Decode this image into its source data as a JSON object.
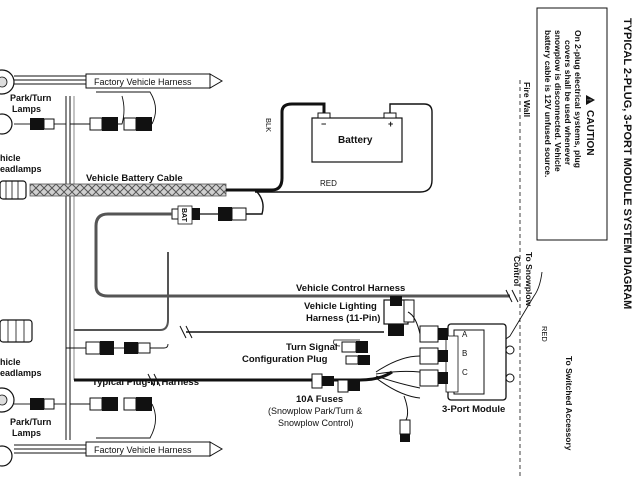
{
  "title": "TYPICAL 2-PLUG, 3-PORT MODULE SYSTEM DIAGRAM",
  "caution": {
    "heading": "CAUTION",
    "lines": [
      "On 2-plug electrical systems, plug",
      "covers shall be used whenever",
      "snowplow is disconnected. Vehicle",
      "battery cable is 12V unfused source."
    ]
  },
  "labels": {
    "fire_wall": "Fire Wall",
    "factory_harness_top": "Factory Vehicle Harness",
    "factory_harness_bottom": "Factory Vehicle Harness",
    "park_turn_top_1": "Park/Turn",
    "park_turn_top_2": "Lamps",
    "headlamps_top_1": "hicle",
    "headlamps_top_2": "eadlamps",
    "headlamps_bottom_1": "hicle",
    "headlamps_bottom_2": "eadlamps",
    "park_turn_bottom_1": "Park/Turn",
    "park_turn_bottom_2": "Lamps",
    "battery_cable": "Vehicle Battery Cable",
    "battery": "Battery",
    "battery_minus": "−",
    "battery_plus": "+",
    "blk": "BLK",
    "red": "RED",
    "bat": "BAT",
    "control_harness": "Vehicle Control Harness",
    "to_snowplow_1": "To Snowplow",
    "to_snowplow_2": "Control",
    "red_vertical": "RED",
    "to_switched": "To Switched Accessory",
    "lighting_harness_1": "Vehicle Lighting",
    "lighting_harness_2": "Harness (11-Pin)",
    "turn_signal_1": "Turn Signal",
    "turn_signal_2": "Configuration Plug",
    "plugin_harness": "Typical Plug-In Harness",
    "fuses_1": "10A Fuses",
    "fuses_2": "(Snowplow Park/Turn &",
    "fuses_3": "Snowplow Control)",
    "module": "3-Port Module",
    "port_a1": "A",
    "port_b1": "B",
    "port_c1": "C",
    "port_a2": "A",
    "port_b2": "B",
    "port_c2": "C"
  },
  "colors": {
    "wire": "#111111",
    "wire_grey": "#6f6f6f",
    "sheath": "#9a9a9a"
  }
}
